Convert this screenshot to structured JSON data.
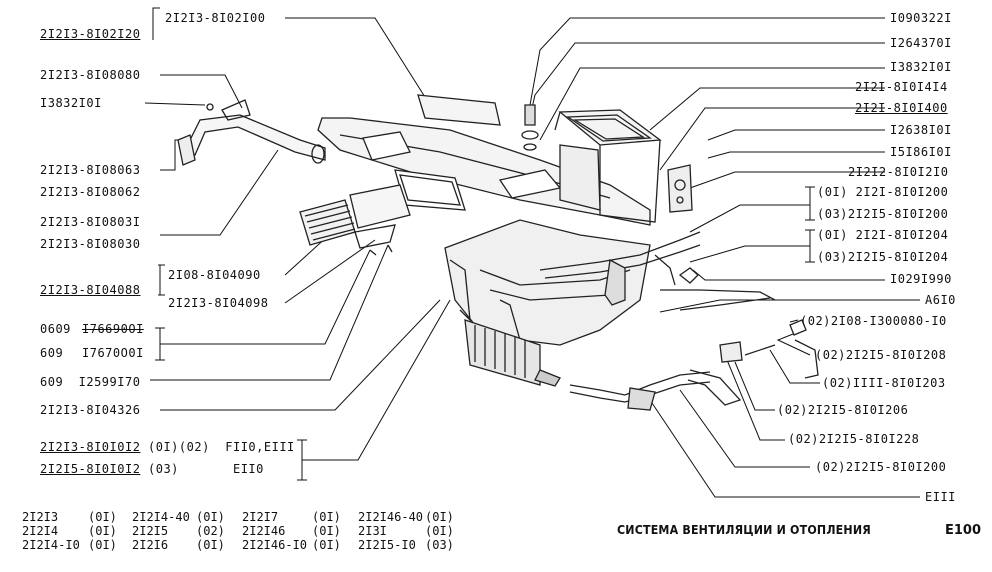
{
  "diagram": {
    "title": "СИСТЕМА ВЕНТИЛЯЦИИ И ОТОПЛЕНИЯ",
    "page_code": "E100",
    "labels_left": {
      "l1": "2I2I3-8I02I20",
      "l2": "2I2I3-8I02I00",
      "l3": "2I2I3-8I08080",
      "l4": "I3832I0I",
      "l5": "2I2I3-8I08063",
      "l6": "2I2I3-8I08062",
      "l7": "2I2I3-8I0803I",
      "l8": "2I2I3-8I08030",
      "l9": "2I2I3-8I04088",
      "l10": "2I08-8I04090",
      "l11": "2I2I3-8I04098",
      "l12a": "0609",
      "l12b": "I76690OI",
      "l13a": "609",
      "l13b": "I7670O0I",
      "l14": "609  I2599I70",
      "l15": "2I2I3-8I04326",
      "l16a": "2I2I3-8I0I0I2",
      "l16b": "(0I)(02)  FII0,EIII",
      "l17a": "2I2I5-8I0I0I2",
      "l17b": "(03)       EII0"
    },
    "labels_right": {
      "r1": "I090322I",
      "r2": "I264370I",
      "r3": "I3832I0I",
      "r4": "2I2I-8I0I4I4",
      "r5": "2I2I-8I0I400",
      "r6": "I2638I0I",
      "r7": "I5I86I0I",
      "r8": "2I2I2-8I0I2I0",
      "r9": "(0I) 2I2I-8I0I200",
      "r10": "(03)2I2I5-8I0I200",
      "r11": "(0I) 2I2I-8I0I204",
      "r12": "(03)2I2I5-8I0I204",
      "r13": "I029I990",
      "r14": "A6I0",
      "r15": "(02)2I08-I300080-I0",
      "r16": "(02)2I2I5-8I0I208",
      "r17": "(02)IIII-8I0I203",
      "r18": "(02)2I2I5-8I0I206",
      "r19": "(02)2I2I5-8I0I228",
      "r20": "(02)2I2I5-8I0I200",
      "r21": "EIII"
    },
    "models": [
      {
        "model": "2I2I3",
        "code": "(0I)"
      },
      {
        "model": "2I2I4",
        "code": "(0I)"
      },
      {
        "model": "2I2I4-I0",
        "code": "(0I)"
      },
      {
        "model": "2I2I4-40",
        "code": "(0I)"
      },
      {
        "model": "2I2I5",
        "code": "(02)"
      },
      {
        "model": "2I2I6",
        "code": "(0I)"
      },
      {
        "model": "2I2I7",
        "code": "(0I)"
      },
      {
        "model": "2I2I46",
        "code": "(0I)"
      },
      {
        "model": "2I2I46-I0",
        "code": "(0I)"
      },
      {
        "model": "2I2I46-40",
        "code": "(0I)"
      },
      {
        "model": "2I3I",
        "code": "(0I)"
      },
      {
        "model": "2I2I5-I0",
        "code": "(03)"
      }
    ]
  }
}
